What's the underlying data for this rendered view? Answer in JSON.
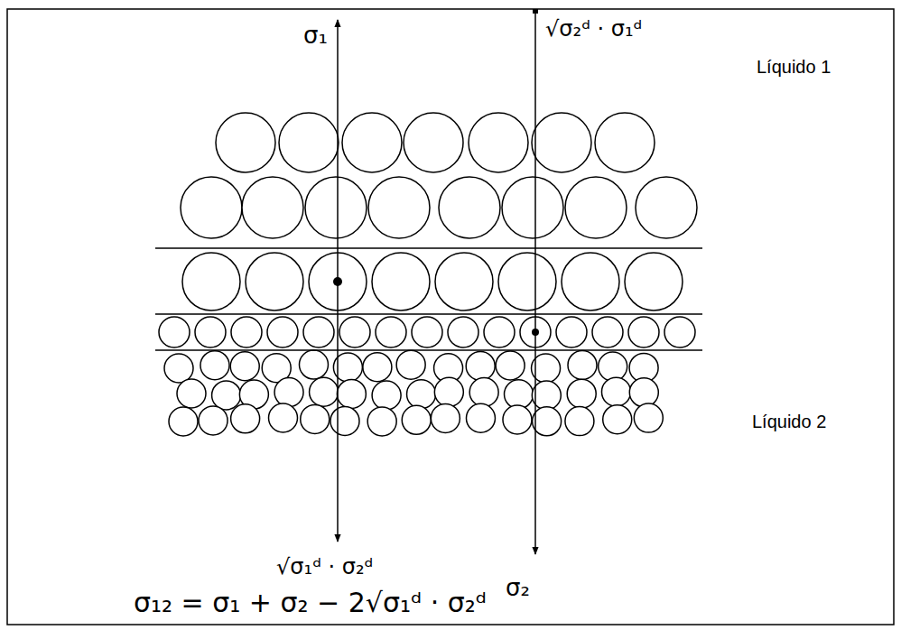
{
  "diagram": {
    "labels": [
      "σ₁",
      "√σ₂ᵈ · σ₁ᵈ",
      "Líquido 1",
      "Líquido 2",
      "√σ₁ᵈ · σ₂ᵈ",
      "σ₂",
      "σ₁₂ = σ₁ + σ₂ − 2√σ₁ᵈ · σ₂ᵈ"
    ]
  }
}
